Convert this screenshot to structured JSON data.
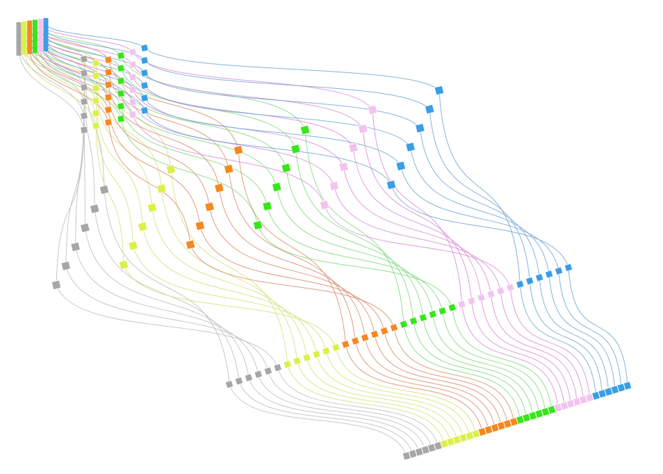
{
  "diagram": {
    "groups": [
      {
        "id": "gray",
        "color": "#a6a6a6",
        "line": "#bdbdbd"
      },
      {
        "id": "yellow",
        "color": "#dcf04a",
        "line": "#d3e07a"
      },
      {
        "id": "orange",
        "color": "#f5881f",
        "line": "#d9896a"
      },
      {
        "id": "green",
        "color": "#37e61a",
        "line": "#7fd87a"
      },
      {
        "id": "pink",
        "color": "#f3c3ef",
        "line": "#d88ad6"
      },
      {
        "id": "blue",
        "color": "#3a9ee6",
        "line": "#6fa6d2"
      }
    ],
    "flows_per_group": 6,
    "levels": [
      "source",
      "group-split",
      "diagonal-layer",
      "middle-layer",
      "bottom-layer"
    ]
  }
}
